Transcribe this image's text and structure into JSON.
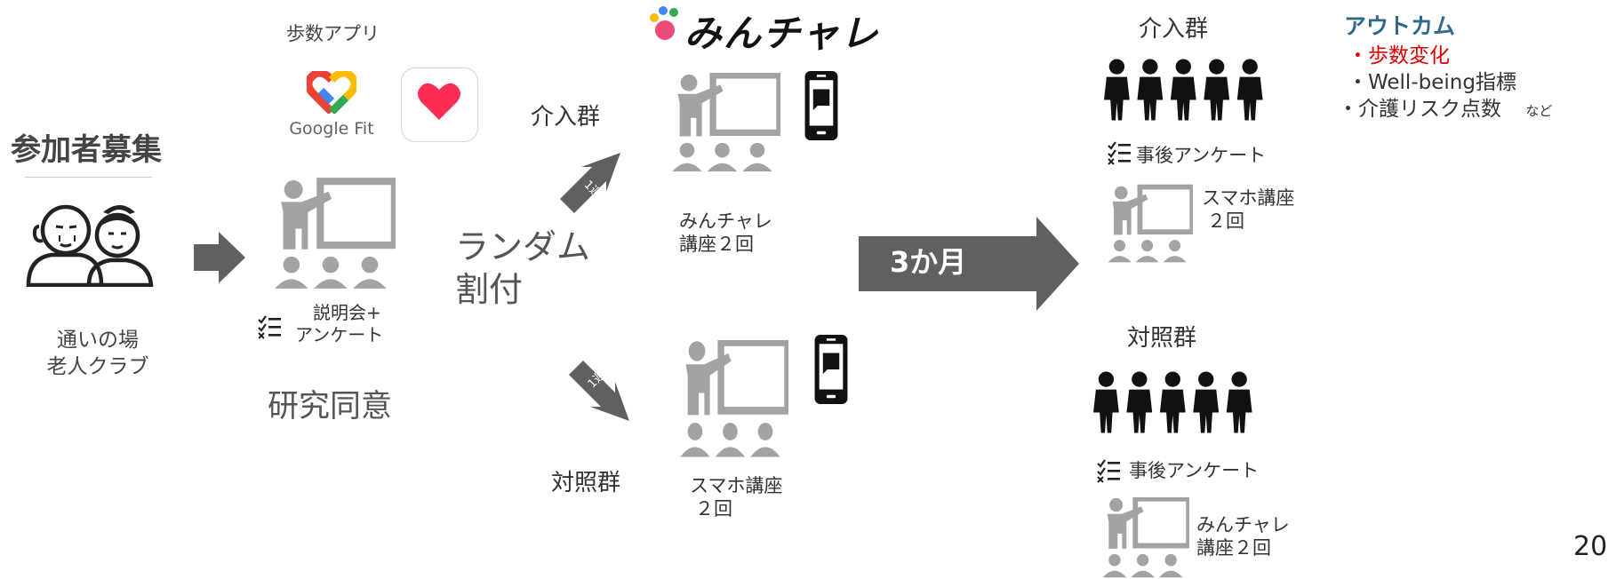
{
  "colors": {
    "icon_gray": "#a3a3a3",
    "arrow_gray": "#606060",
    "outcome_title": "#2f6a8a",
    "outcome_highlight": "#e00000",
    "recruit_title": "#444444"
  },
  "recruit": {
    "title": "参加者募集",
    "place_line1": "通いの場",
    "place_line2": "老人クラブ",
    "icon": "elderly-couple-icon"
  },
  "step_app": {
    "label": "歩数アプリ",
    "google_fit_label": "Google Fit",
    "icons": [
      "google-fit-icon",
      "apple-health-icon"
    ]
  },
  "briefing": {
    "line1": "説明会+",
    "line2": "アンケート",
    "consent": "研究同意",
    "icons": [
      "lecture-icon",
      "checklist-icon"
    ]
  },
  "randomize": {
    "line1": "ランダム",
    "line2": "割付"
  },
  "week_tag": "1週",
  "brand": {
    "logo_text": "みんチャレ"
  },
  "intervention": {
    "label": "介入群",
    "line1": "みんチャレ",
    "line2": "講座２回"
  },
  "control": {
    "label": "対照群",
    "line1": "スマホ講座",
    "line2": "２回"
  },
  "duration": "3か月",
  "post_intervention": {
    "label": "介入群",
    "survey": "事後アンケート",
    "lecture_line1": "スマホ講座",
    "lecture_line2": "２回"
  },
  "post_control": {
    "label": "対照群",
    "survey": "事後アンケート",
    "lecture_line1": "みんチャレ",
    "lecture_line2": "講座２回"
  },
  "outcome": {
    "title": "アウトカム",
    "items": [
      "・歩数変化",
      "・Well-being指標",
      "・介護リスク点数"
    ],
    "etc": "など"
  },
  "page_number": "20"
}
